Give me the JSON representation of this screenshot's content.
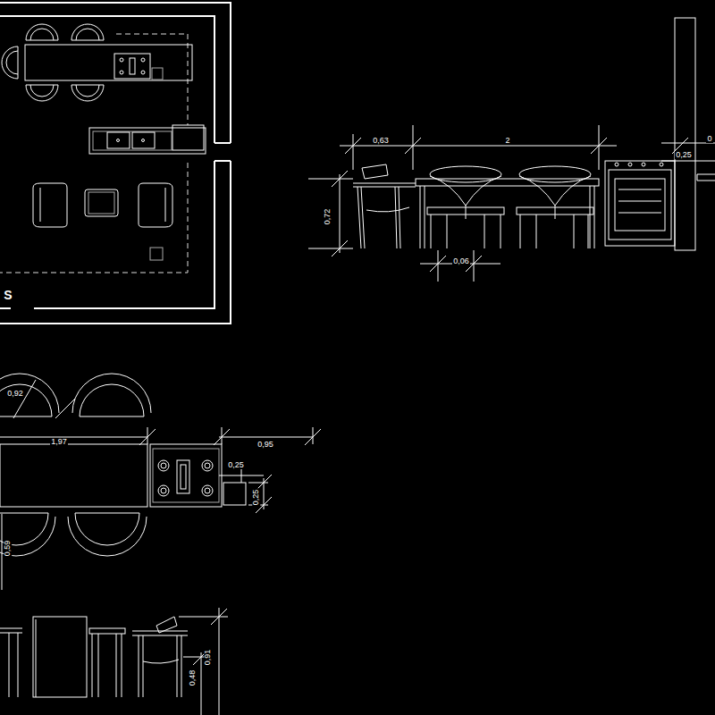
{
  "diagram": {
    "labels": [
      "S",
      "0,63",
      "2",
      "0",
      "0,25",
      "0,72",
      "0,06",
      "0,92",
      "1,97",
      "0,95",
      "0,25",
      "0,25",
      "0,59",
      "0,91",
      "0,48"
    ]
  }
}
